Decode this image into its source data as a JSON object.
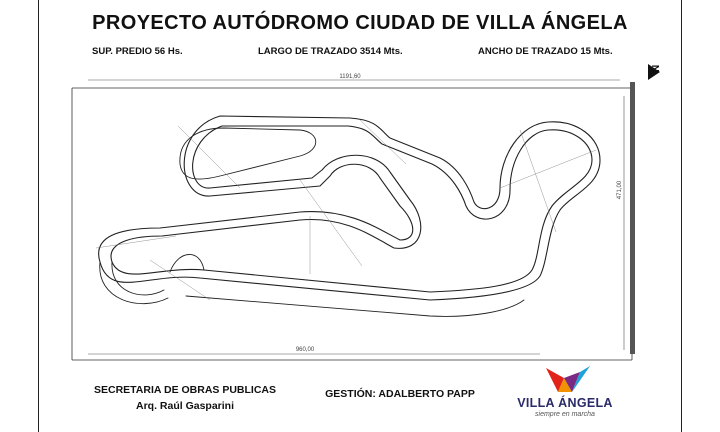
{
  "title": "PROYECTO AUTÓDROMO CIUDAD DE VILLA ÁNGELA",
  "specs": {
    "area": "SUP. PREDIO  56 Hs.",
    "track_length": "LARGO DE TRAZADO  3514 Mts.",
    "track_width": "ANCHO DE TRAZADO 15 Mts."
  },
  "footer": {
    "department": "SECRETARIA DE OBRAS PUBLICAS",
    "architect": "Arq. Raúl Gasparini",
    "management": "GESTIÓN: ADALBERTO PAPP"
  },
  "logo": {
    "name": "VILLA ÁNGELA",
    "tagline": "siempre en marcha",
    "colors": [
      "#e2231a",
      "#f39200",
      "#7b2a84",
      "#1fa2d8"
    ]
  },
  "north_arrow": "N",
  "plan": {
    "top_dimension": "1191,60",
    "bottom_dimension": "960,00",
    "right_dimension": "471,00"
  }
}
